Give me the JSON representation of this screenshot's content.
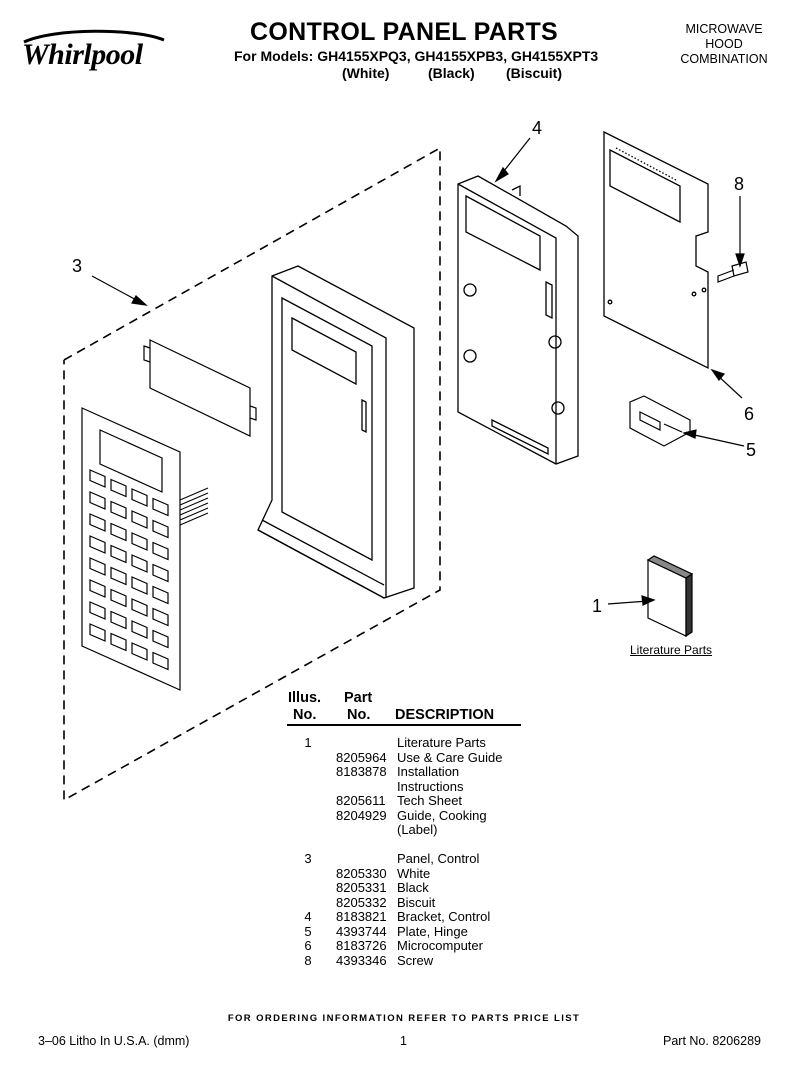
{
  "header": {
    "brand": "Whirlpool",
    "title": "CONTROL PANEL PARTS",
    "models": "For Models: GH4155XPQ3, GH4155XPB3, GH4155XPT3",
    "variants": [
      "(White)",
      "(Black)",
      "(Biscuit)"
    ],
    "category": [
      "MICROWAVE",
      "HOOD",
      "COMBINATION"
    ]
  },
  "diagram": {
    "callouts": [
      "4",
      "8",
      "3",
      "6",
      "5",
      "1"
    ],
    "literature_label": "Literature Parts"
  },
  "table": {
    "headers": {
      "illus_1": "Illus.",
      "illus_2": "No.",
      "part_1": "Part",
      "part_2": "No.",
      "description": "DESCRIPTION"
    },
    "rows": [
      {
        "illus": "1",
        "part": "",
        "desc": "Literature Parts"
      },
      {
        "illus": "",
        "part": "8205964",
        "desc": "Use & Care Guide"
      },
      {
        "illus": "",
        "part": "8183878",
        "desc": "Installation"
      },
      {
        "illus": "",
        "part": "",
        "desc": "Instructions"
      },
      {
        "illus": "",
        "part": "8205611",
        "desc": "Tech Sheet"
      },
      {
        "illus": "",
        "part": "8204929",
        "desc": "Guide, Cooking"
      },
      {
        "illus": "",
        "part": "",
        "desc": "(Label)"
      },
      {
        "illus": "",
        "part": "",
        "desc": ""
      },
      {
        "illus": "3",
        "part": "",
        "desc": "Panel, Control"
      },
      {
        "illus": "",
        "part": "8205330",
        "desc": "White"
      },
      {
        "illus": "",
        "part": "8205331",
        "desc": "Black"
      },
      {
        "illus": "",
        "part": "8205332",
        "desc": "Biscuit"
      },
      {
        "illus": "4",
        "part": "8183821",
        "desc": "Bracket, Control"
      },
      {
        "illus": "5",
        "part": "4393744",
        "desc": "Plate, Hinge"
      },
      {
        "illus": "6",
        "part": "8183726",
        "desc": "Microcomputer"
      },
      {
        "illus": "8",
        "part": "4393346",
        "desc": "Screw"
      }
    ]
  },
  "footer": {
    "ordering_note": "FOR ORDERING INFORMATION REFER TO PARTS PRICE LIST",
    "litho": "3–06 Litho In U.S.A. (dmm)",
    "page": "1",
    "part_no": "Part No. 8206289"
  }
}
